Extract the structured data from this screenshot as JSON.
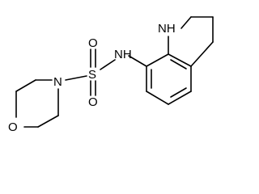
{
  "atoms": {
    "morpholine_oxygen": "O",
    "morpholine_nitrogen": "N",
    "sulfur": "S",
    "sulfonyl_oxygen_top": "O",
    "sulfonyl_oxygen_bottom": "O",
    "sulfonamide_nitrogen": "NH",
    "ring_nitrogen": "NH"
  }
}
